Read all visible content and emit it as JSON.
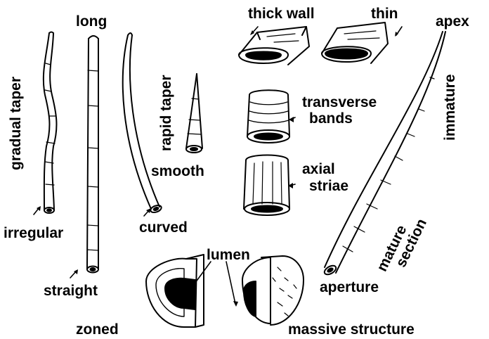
{
  "labels": {
    "gradual_taper": "gradual taper",
    "long": "long",
    "rapid_taper": "rapid taper",
    "smooth": "smooth",
    "irregular": "irregular",
    "curved": "curved",
    "straight": "straight",
    "thick_wall": "thick wall",
    "thin": "thin",
    "apex": "apex",
    "immature": "immature",
    "transverse": "transverse",
    "bands": "bands",
    "axial": "axial",
    "striae": "striae",
    "mature": "mature",
    "section": "section",
    "aperture": "aperture",
    "lumen": "lumen",
    "zoned": "zoned",
    "massive_structure": "massive structure"
  },
  "colors": {
    "ink": "#000000",
    "paper": "#ffffff"
  }
}
